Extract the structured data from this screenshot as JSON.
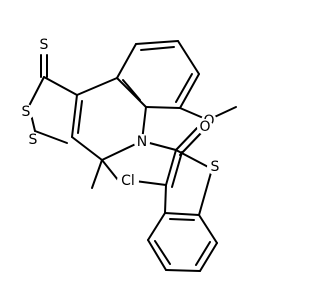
{
  "molecule": {
    "atom_color": "#000000",
    "labels": {
      "thione_s": "S",
      "dithiole_s_top": "S",
      "dithiole_s_bottom": "S",
      "methoxy_o": "O",
      "ring_n": "N",
      "carbonyl_o": "O",
      "chloro": "Cl",
      "thiophene_s": "S"
    }
  }
}
